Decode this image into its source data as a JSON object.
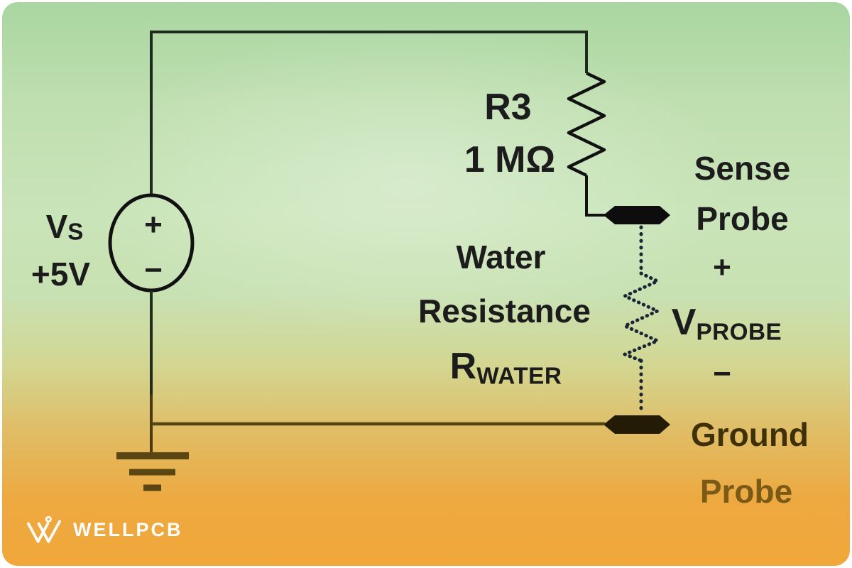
{
  "circuit": {
    "voltage_source": {
      "symbol_main": "V",
      "symbol_sub": "S",
      "value": "+5V",
      "plus": "+",
      "minus": "−"
    },
    "resistor_r3": {
      "name": "R3",
      "value": "1 MΩ"
    },
    "water_resistance": {
      "line1": "Water",
      "line2": "Resistance",
      "symbol_main": "R",
      "symbol_sub": "WATER"
    },
    "sense_probe": {
      "line1": "Sense",
      "line2": "Probe"
    },
    "probe_voltage": {
      "plus": "+",
      "symbol_main": "V",
      "symbol_sub": "PROBE",
      "minus": "−"
    },
    "ground_probe": {
      "line1": "Ground",
      "line2": "Probe"
    }
  },
  "branding": {
    "logo_text": "WELLPCB"
  },
  "colors": {
    "background_top": "#a9d6a0",
    "background_mid": "#c9e4b8",
    "background_bottom": "#f1a73a",
    "wire_dark": "#1d2a1d",
    "wire_brown": "#554413",
    "probe_dashed_blue": "#1c2535",
    "probe_fill": "#0d0d0d",
    "ground_probe_fill": "#241b07",
    "label_text": "#1c1c1c",
    "ground_label": "#3e3009",
    "ground_probe_label": "#7a5a16",
    "logo": "#ffffff"
  }
}
